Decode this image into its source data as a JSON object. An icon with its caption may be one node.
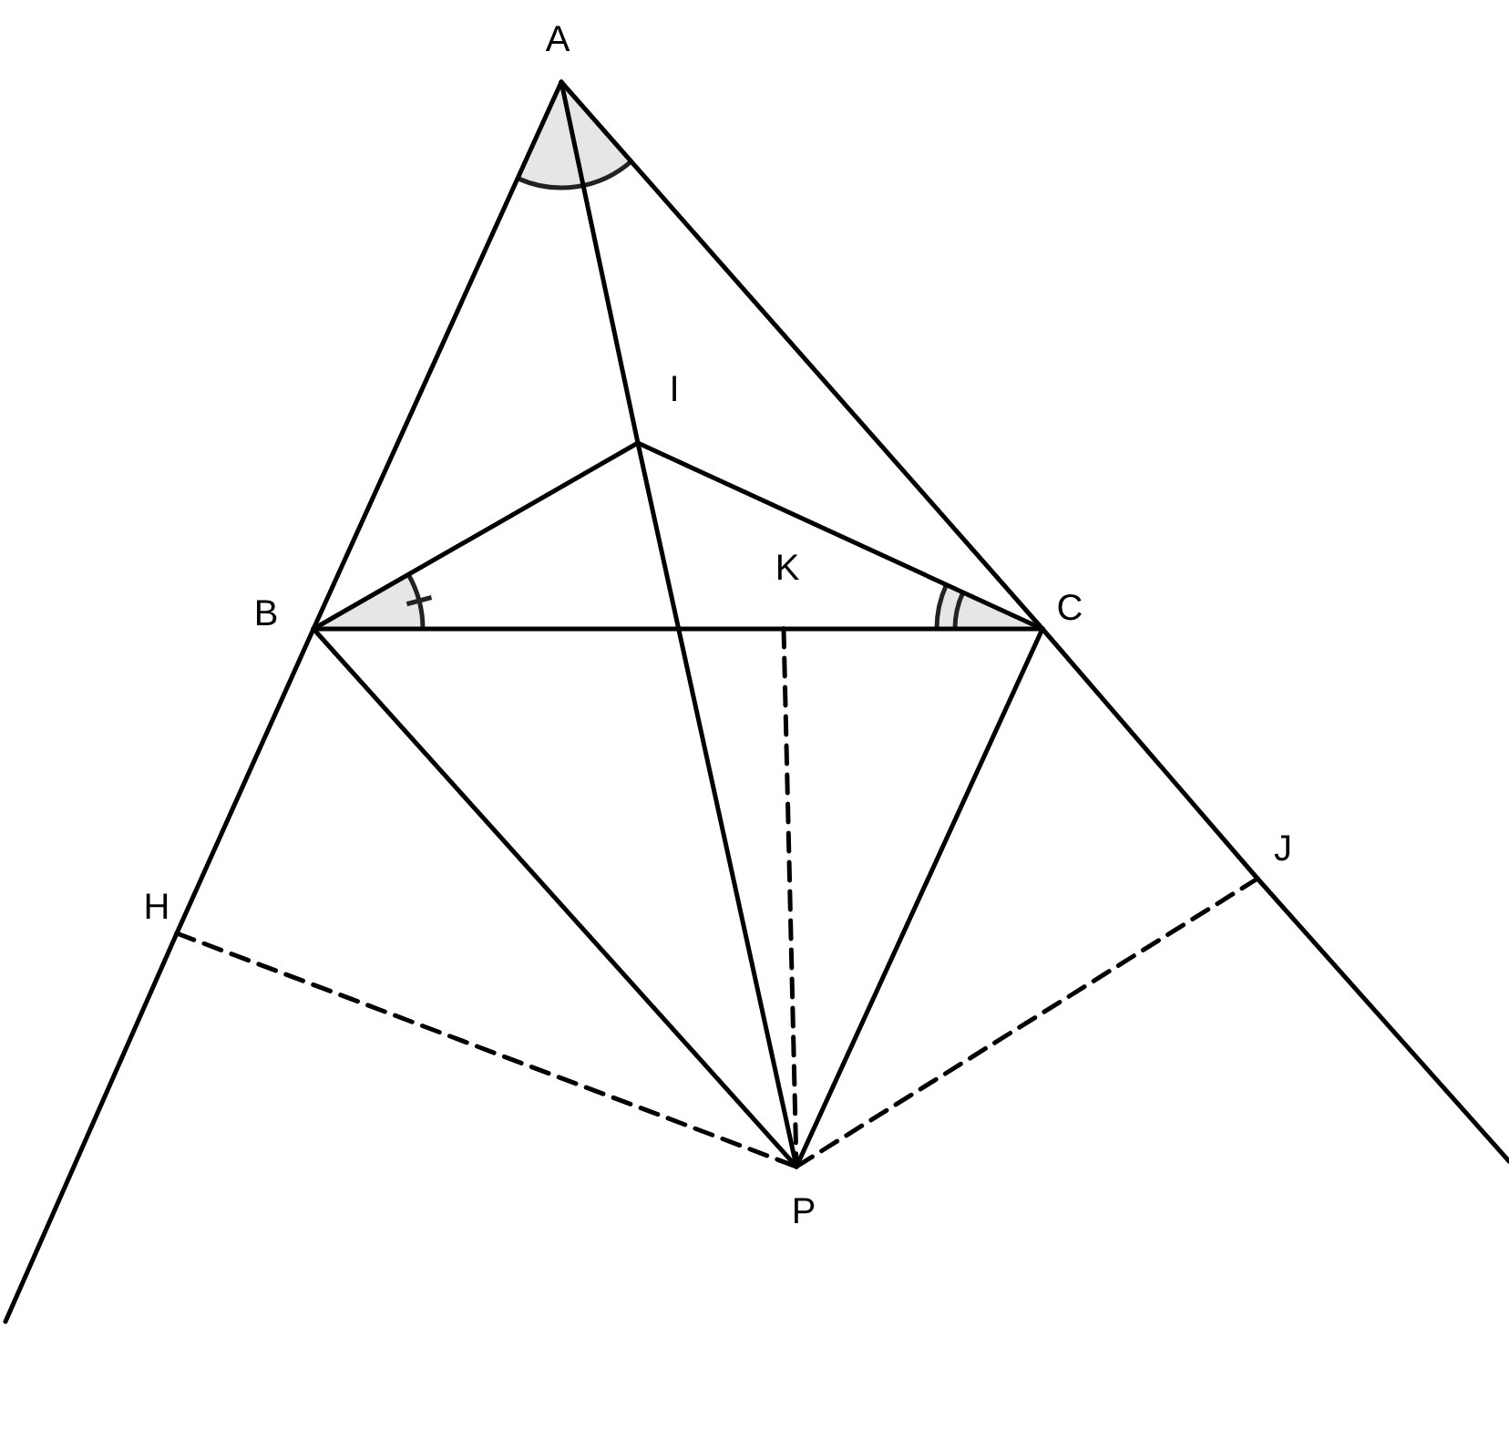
{
  "diagram": {
    "nodes": [
      {
        "text": [
          "A"
        ]
      },
      {
        "text": [
          "I"
        ]
      },
      {
        "text": [
          "B"
        ]
      },
      {
        "text": [
          "K"
        ]
      },
      {
        "text": [
          "C"
        ]
      },
      {
        "text": [
          "J"
        ]
      },
      {
        "text": [
          "H"
        ]
      },
      {
        "text": [
          "P"
        ]
      }
    ],
    "edges": [
      {
        "from": 0,
        "to": 2,
        "arrow": "none"
      },
      {
        "from": 2,
        "to": 6,
        "arrow": "none"
      },
      {
        "from": 6,
        "to": null,
        "arrow": "none"
      },
      {
        "from": 0,
        "to": 4,
        "arrow": "none"
      },
      {
        "from": 4,
        "to": 5,
        "arrow": "none"
      },
      {
        "from": 5,
        "to": null,
        "arrow": "none"
      },
      {
        "from": 2,
        "to": 3,
        "arrow": "none"
      },
      {
        "from": 3,
        "to": 4,
        "arrow": "none"
      },
      {
        "from": 2,
        "to": 1,
        "arrow": "none"
      },
      {
        "from": 4,
        "to": 1,
        "arrow": "none"
      },
      {
        "from": 0,
        "to": 1,
        "arrow": "none"
      },
      {
        "from": 1,
        "to": 7,
        "arrow": "none"
      },
      {
        "from": 2,
        "to": 7,
        "arrow": "none"
      },
      {
        "from": 4,
        "to": 7,
        "arrow": "none"
      },
      {
        "from": 3,
        "to": 7,
        "arrow": "none",
        "style": "dashed"
      },
      {
        "from": 6,
        "to": 7,
        "arrow": "none",
        "style": "dashed"
      },
      {
        "from": 5,
        "to": 7,
        "arrow": "none",
        "style": "dashed"
      }
    ]
  }
}
